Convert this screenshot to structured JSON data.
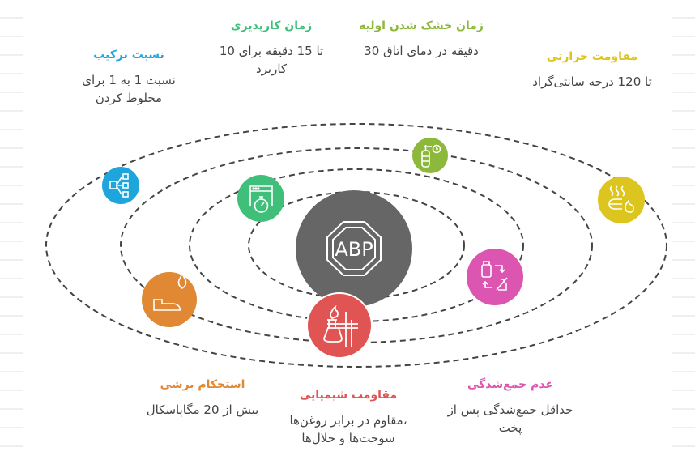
{
  "center": {
    "text": "ABP",
    "color": "#666666",
    "icon": "stop-sign-octagon"
  },
  "features": [
    {
      "key": "mix_ratio",
      "title": "نسبت ترکیب",
      "description_lines": [
        "نسبت 1 به 1 برای",
        "مخلوط کردن"
      ],
      "color": "#1ea6dc",
      "icon": "workflow-split-icon"
    },
    {
      "key": "pot_life",
      "title": "زمان کارپذیری",
      "description_lines": [
        "تا 15 دقیقه برای 10",
        "کاربرد"
      ],
      "color": "#3fbf7a",
      "icon": "stopwatch-window-icon"
    },
    {
      "key": "initial_dry_time",
      "title": "زمان خشک شدن اولیه",
      "description_lines": [
        "دقیقه در دمای اتاق 30"
      ],
      "color": "#8cb83c",
      "icon": "gas-cylinder-timer-icon"
    },
    {
      "key": "heat_resistance",
      "title": "مقاومت حرارتی",
      "description_lines": [
        "تا 120 درجه سانتی‌گراد"
      ],
      "color": "#dcc51e",
      "icon": "heat-steam-flame-icon"
    },
    {
      "key": "shear_strength",
      "title": "استحکام برشی",
      "description_lines": [
        "بیش از 20 مگاپاسکال"
      ],
      "color": "#e08834",
      "icon": "hand-drop-icon"
    },
    {
      "key": "chemical_resistance",
      "title": "مقاومت شیمیایی",
      "description_lines": [
        "،مقاوم در برابر روغن‌ها",
        "سوخت‌ها و حلال‌ها"
      ],
      "color": "#e05553",
      "icon": "bunsen-burner-flask-icon"
    },
    {
      "key": "low_shrinkage",
      "title": "عدم جمع‌شدگی",
      "description_lines": [
        "حداقل جمع‌شدگی پس از",
        "پخت"
      ],
      "color": "#dc55b0",
      "icon": "container-transform-icon"
    }
  ]
}
